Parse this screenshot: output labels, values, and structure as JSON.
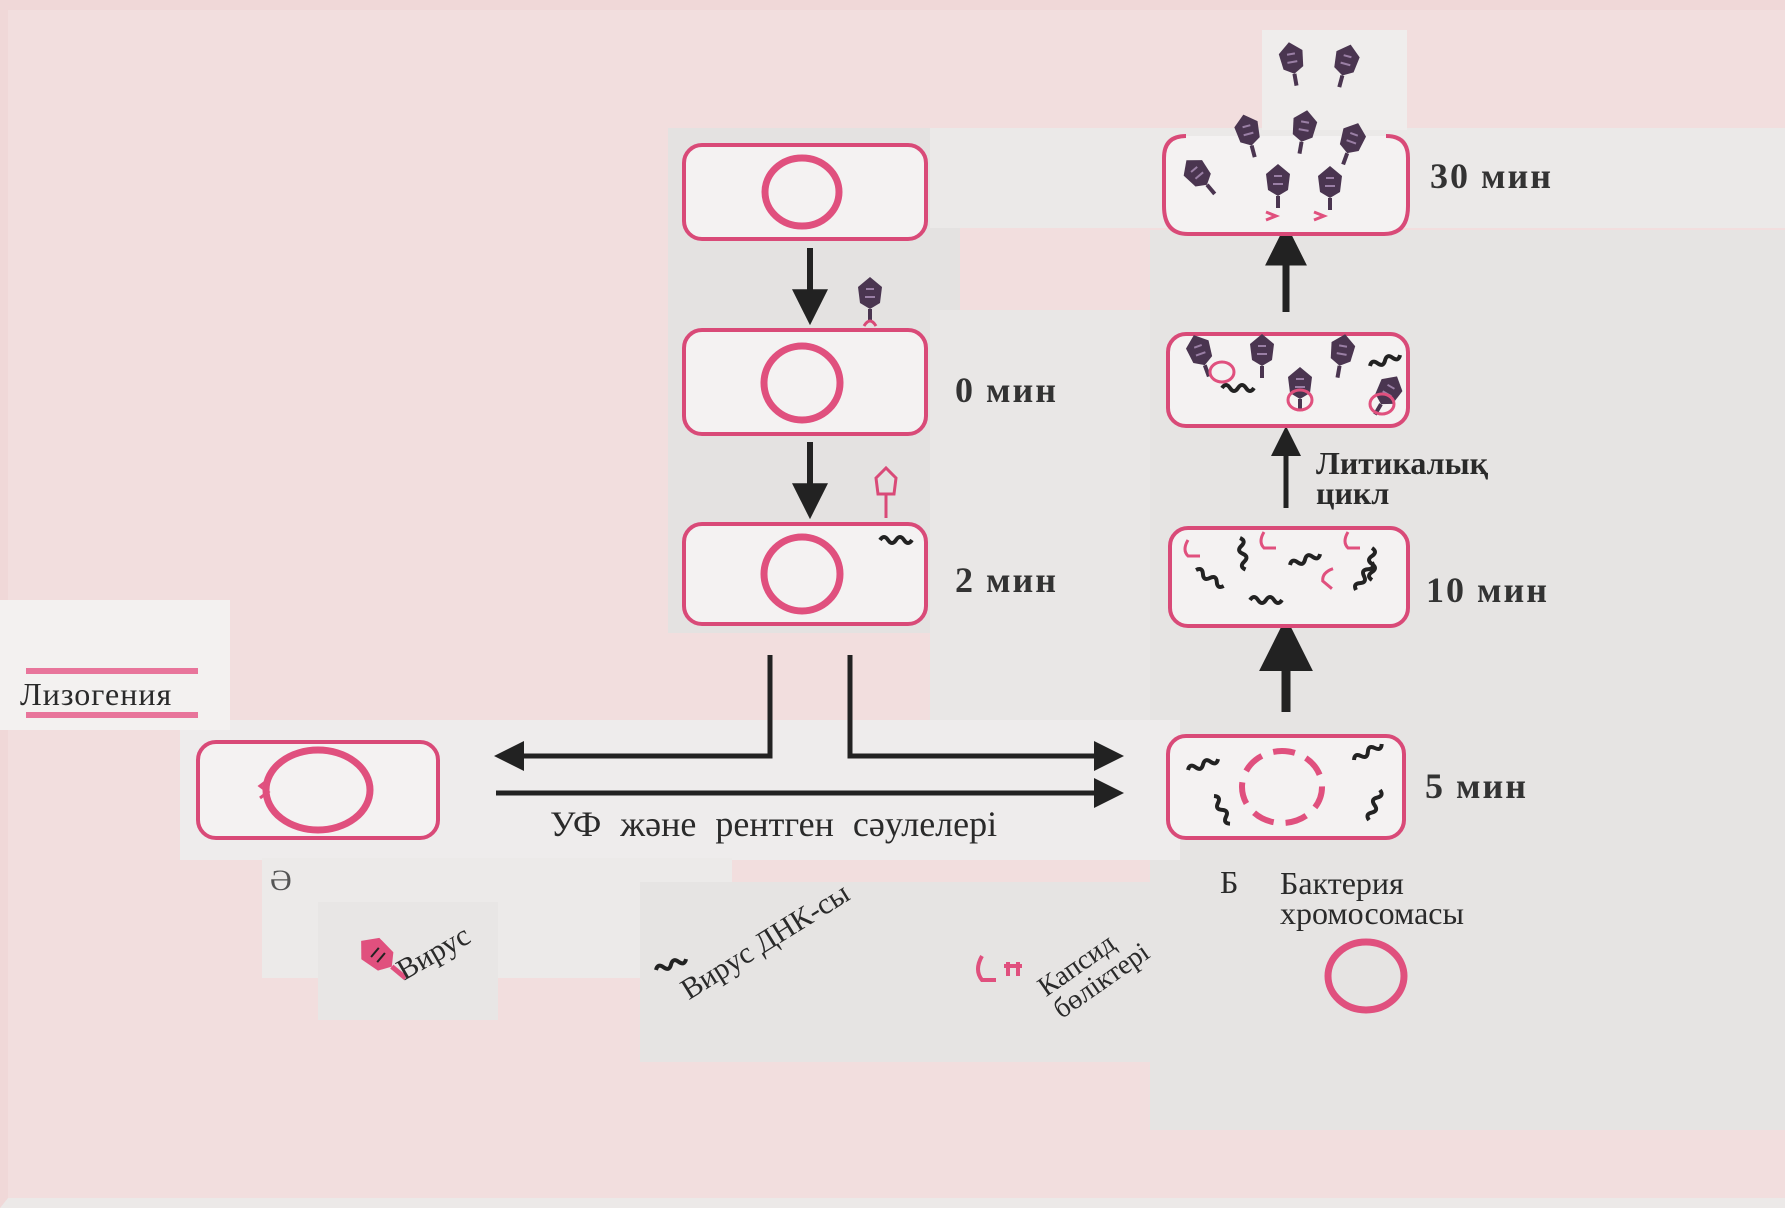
{
  "labels": {
    "lysogeny": "Лизогения",
    "uv_xray": "УФ және рентген сәулелері",
    "lytic_cycle_line1": "Литикалық",
    "lytic_cycle_line2": "цикл",
    "panel_a": "Ә",
    "panel_b": "Б",
    "bacterial_chromosome_line1": "Бактерия",
    "bacterial_chromosome_line2": "хромосомасы"
  },
  "times": {
    "t0": "0 мин",
    "t2": "2 мин",
    "t5": "5 мин",
    "t10": "10 мин",
    "t30": "30 мин"
  },
  "legend": {
    "virus": "Вирус",
    "viral_dna": "Вирус ДНК-сы",
    "capsid_line1": "Капсид",
    "capsid_line2": "бөліктері"
  },
  "colors": {
    "membrane": "#d94a78",
    "chromosome": "#e0507e",
    "dna": "#222222",
    "phage": "#4a3550",
    "arrow": "#222222",
    "lysogeny_bar": "#e8759b"
  }
}
